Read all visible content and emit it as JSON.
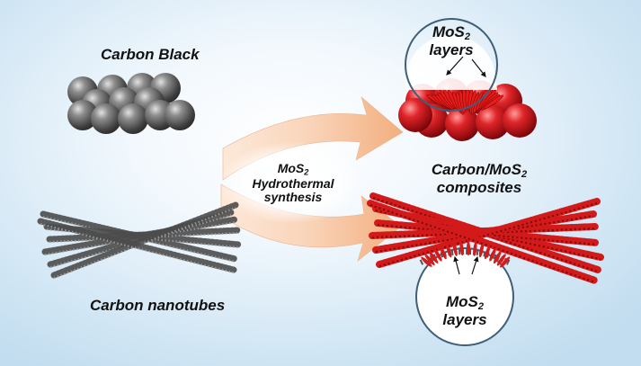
{
  "labels": {
    "carbon_black": "Carbon Black",
    "carbon_nanotubes": "Carbon nanotubes",
    "synthesis": {
      "line1_main": "MoS",
      "line1_sub": "2",
      "line2": "Hydrothermal",
      "line3": "synthesis"
    },
    "composites": {
      "prefix": "Carbon/MoS",
      "sub": "2",
      "line2": "composites"
    },
    "top_inset": {
      "main": "MoS",
      "sub": "2",
      "line2": "layers"
    },
    "bottom_inset": {
      "main": "MoS",
      "sub": "2",
      "line2": "layers"
    }
  },
  "colors": {
    "carbon": "#6e6e6e",
    "mos2": "#d31a1a",
    "arrow": "#f6c09a",
    "inset_border": "#3f5f78"
  }
}
